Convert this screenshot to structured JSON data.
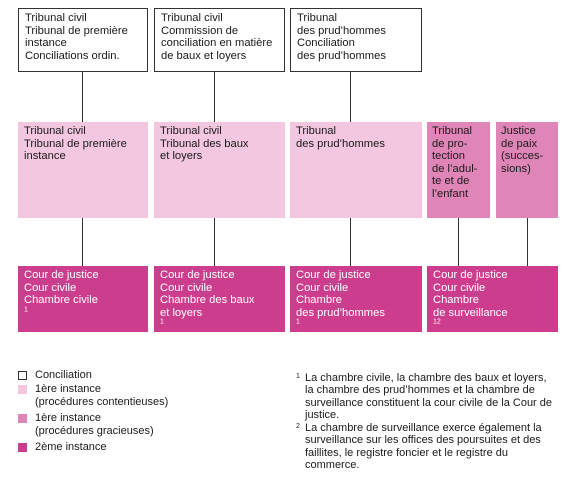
{
  "conciliation": [
    {
      "lines": [
        "Tribunal civil",
        "Tribunal de première",
        "instance",
        "Conciliations ordin."
      ]
    },
    {
      "lines": [
        "Tribunal civil",
        "Commission de",
        "conciliation en matière",
        "de baux et loyers"
      ]
    },
    {
      "lines": [
        "Tribunal",
        "des prud’hommes",
        "Conciliation",
        "des prud’hommes"
      ]
    }
  ],
  "first_instance": [
    {
      "lines": [
        "Tribunal civil",
        "Tribunal de première",
        "instance"
      ]
    },
    {
      "lines": [
        "Tribunal civil",
        "Tribunal des baux",
        "et loyers"
      ]
    },
    {
      "lines": [
        "Tribunal",
        "des prud’hommes"
      ]
    },
    {
      "lines": [
        "Tribunal",
        "de pro-",
        "tection",
        "de l’adul-",
        "te et de",
        "l’enfant"
      ]
    }
  ],
  "gracieuse": [
    {
      "lines": [
        "Justice",
        "de paix",
        "(succes-",
        "sions)"
      ]
    }
  ],
  "second_instance": [
    {
      "lines": [
        "Cour de justice",
        "Cour civile",
        "Chambre civile"
      ],
      "ref": "1"
    },
    {
      "lines": [
        "Cour de justice",
        "Cour civile",
        "Chambre des baux",
        "et loyers"
      ],
      "ref": "1"
    },
    {
      "lines": [
        "Cour de justice",
        "Cour civile",
        "Chambre",
        "des prud’hommes"
      ],
      "ref": "1"
    },
    {
      "lines": [
        "Cour de justice",
        "Cour civile",
        "Chambre",
        "de surveillance"
      ],
      "ref": "12"
    }
  ],
  "legend": [
    {
      "lines": [
        "Conciliation"
      ]
    },
    {
      "lines": [
        "1ère instance",
        "(procédures contentieuses)"
      ]
    },
    {
      "lines": [
        "1ère instance",
        "(procédures gracieuses)"
      ]
    },
    {
      "lines": [
        "2ème instance"
      ]
    }
  ],
  "footnotes": [
    {
      "mark": "1",
      "text": "La chambre civile, la chambre des baux et loyers, la chambre des prud’hommes et la chambre de surveillance constituent la cour civile de la Cour de justice."
    },
    {
      "mark": "2",
      "text": "La chambre de surveillance exerce également la surveillance sur les offices des poursuites et des faillites, le registre foncier et le registre du commerce."
    }
  ],
  "colors": {
    "conciliation": "#ffffff",
    "first_instance": "#f3c7e0",
    "gracieuse": "#e085b8",
    "second_instance": "#cc3e8d"
  }
}
